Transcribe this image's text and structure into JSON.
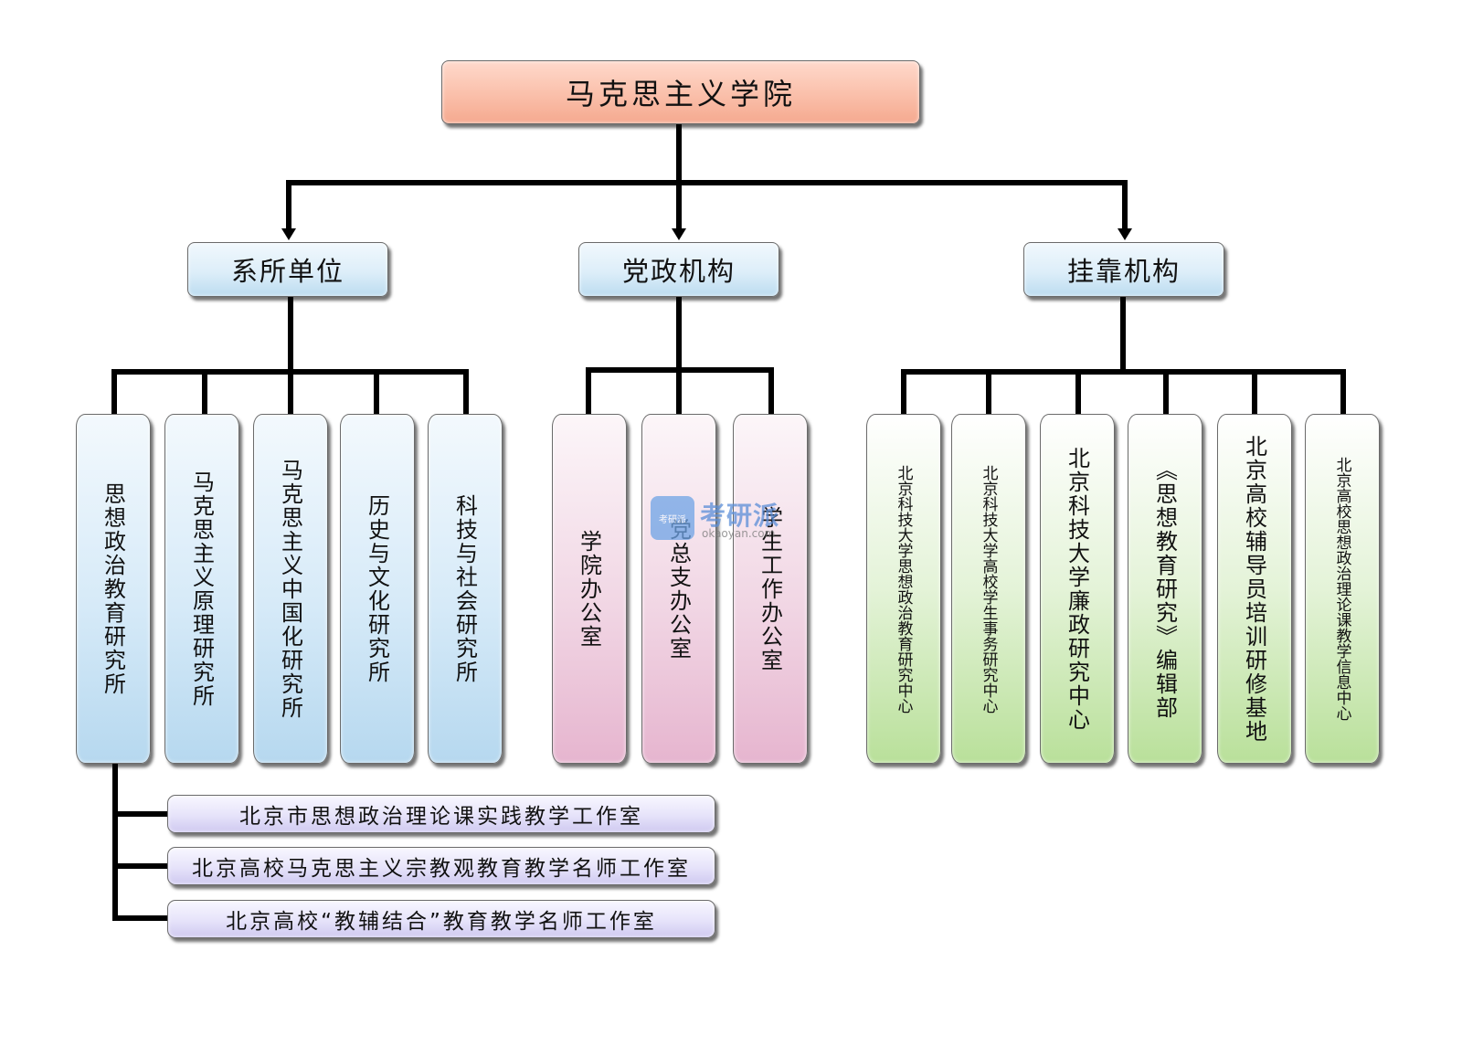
{
  "diagram": {
    "root": {
      "label": "马克思主义学院",
      "color": "#f8b9a3"
    },
    "branches": [
      {
        "id": "departments",
        "label": "系所单位",
        "color": "#cfe6f6",
        "children": [
          "思想政治教育研究所",
          "马克思主义原理研究所",
          "马克思主义中国化研究所",
          "历史与文化研究所",
          "科技与社会研究所"
        ],
        "child_color": "#cde5f5"
      },
      {
        "id": "party-admin",
        "label": "党政机构",
        "color": "#cfe6f6",
        "children": [
          "学院办公室",
          "党总支办公室",
          "学生工作办公室"
        ],
        "child_color": "#ecc6da"
      },
      {
        "id": "affiliated",
        "label": "挂靠机构",
        "color": "#cfe6f6",
        "children": [
          "北京科技大学思想政治教育研究中心",
          "北京科技大学高校学生事务研究中心",
          "北京科技大学廉政研究中心",
          "《思想教育研究》编辑部",
          "北京高校辅导员培训研修基地",
          "北京高校思想政治理论课教学信息中心"
        ],
        "child_color": "#d3ecbf"
      }
    ],
    "studios": {
      "parent": "思想政治教育研究所",
      "color": "#e0dcf7",
      "items": [
        "北京市思想政治理论课实践教学工作室",
        "北京高校马克思主义宗教观教育教学名师工作室",
        "北京高校“教辅结合”教育教学名师工作室"
      ]
    },
    "connector_color": "#000000"
  },
  "watermark": {
    "logo_text": "考研派",
    "title": "考研派",
    "url": "okaoyan.com",
    "color": "#5b8ed8"
  }
}
